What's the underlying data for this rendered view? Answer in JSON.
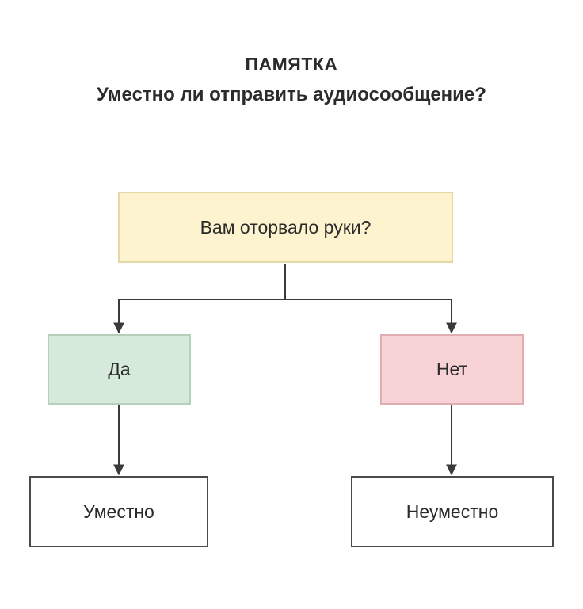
{
  "header": {
    "title": "ПАМЯТКА",
    "subtitle": "Уместно ли отправить аудиосообщение?"
  },
  "flowchart": {
    "question": "Вам оторвало руки?",
    "answers": {
      "yes": "Да",
      "no": "Нет"
    },
    "outcomes": {
      "yes": "Уместно",
      "no": "Неуместно"
    }
  },
  "colors": {
    "question_fill": "#fdf3cf",
    "yes_fill": "#d6eadb",
    "no_fill": "#f8d3d6",
    "connector": "#3a3a3a"
  }
}
